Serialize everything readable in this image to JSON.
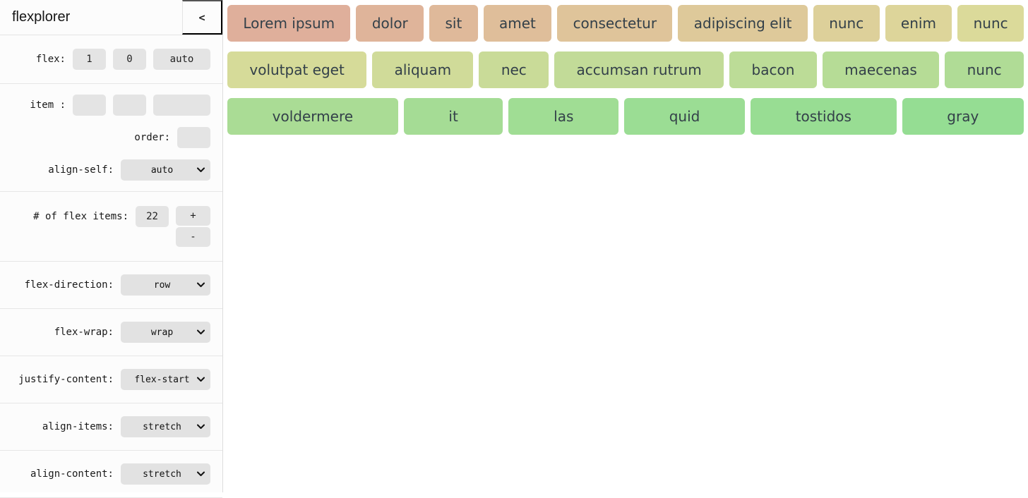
{
  "sidebar": {
    "title": "flexplorer",
    "collapse_label": "<",
    "flex_row": {
      "label": "flex:",
      "grow": "1",
      "shrink": "0",
      "basis": "auto"
    },
    "item_row": {
      "label": "item :",
      "grow": "",
      "shrink": "",
      "basis": ""
    },
    "order_row": {
      "label": "order:",
      "value": ""
    },
    "align_self": {
      "label": "align-self:",
      "value": "auto"
    },
    "count_row": {
      "label": "# of flex items:",
      "value": "22",
      "increment": "+",
      "decrement": "-"
    },
    "flex_direction": {
      "label": "flex-direction:",
      "value": "row"
    },
    "flex_wrap": {
      "label": "flex-wrap:",
      "value": "wrap"
    },
    "justify_content": {
      "label": "justify-content:",
      "value": "flex-start"
    },
    "align_items": {
      "label": "align-items:",
      "value": "stretch"
    },
    "align_content": {
      "label": "align-content:",
      "value": "stretch"
    }
  },
  "main": {
    "items": [
      {
        "label": "Lorem ipsum",
        "color": "#DFAF9B"
      },
      {
        "label": "dolor",
        "color": "#DFB49A"
      },
      {
        "label": "sit",
        "color": "#DFB99A"
      },
      {
        "label": "amet",
        "color": "#DFBE9A"
      },
      {
        "label": "consectetur",
        "color": "#DFC49A"
      },
      {
        "label": "adipiscing elit",
        "color": "#DEC99A"
      },
      {
        "label": "nunc",
        "color": "#DDD09A"
      },
      {
        "label": "enim",
        "color": "#DDD59A"
      },
      {
        "label": "nunc",
        "color": "#DBDA9A"
      },
      {
        "label": "volutpat eget",
        "color": "#D6DB99"
      },
      {
        "label": "aliquam",
        "color": "#D0DB99"
      },
      {
        "label": "nec",
        "color": "#C9DB98"
      },
      {
        "label": "accumsan rutrum",
        "color": "#C2DB98"
      },
      {
        "label": "bacon",
        "color": "#BCDC97"
      },
      {
        "label": "maecenas",
        "color": "#B6DC96"
      },
      {
        "label": "nunc",
        "color": "#B0DC96"
      },
      {
        "label": "voldermere",
        "color": "#AADC95"
      },
      {
        "label": "it",
        "color": "#A5DC95"
      },
      {
        "label": "las",
        "color": "#A0DD94"
      },
      {
        "label": "quid",
        "color": "#9BDD94"
      },
      {
        "label": "tostidos",
        "color": "#98DD93"
      },
      {
        "label": "gray",
        "color": "#95DD93"
      }
    ],
    "item_text_color": "#334049"
  },
  "colors": {
    "sidebar_bg": "#fcfcfc",
    "control_bg": "#e4e4e4",
    "border": "#e6e6e6",
    "gradient_start": "#DFAF9B",
    "gradient_end": "#95DD93"
  }
}
